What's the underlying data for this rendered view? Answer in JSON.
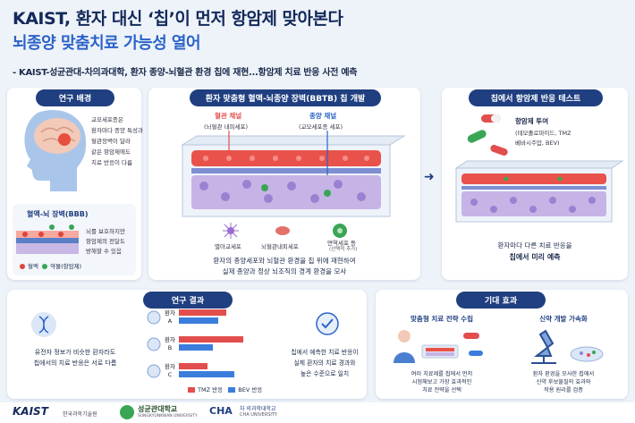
{
  "header": {
    "title_line1": "KAIST, 환자 대신 ‘칩’이 먼저 항암제 맞아본다",
    "title_line2": "뇌종양 맞춤치료 가능성 열어",
    "subtitle": "- KAIST-성균관대-차의과대학,  환자 종양-뇌혈관 환경 칩에 재현...항암제 치료 반응 사전 예측"
  },
  "background": {
    "pill": "연구 배경",
    "text": [
      "교모세포종은",
      "환자마다 종양 특성과",
      "혈관장벽이 달라",
      "같은 항암제에도",
      "치료 반응이 다름"
    ],
    "bbb_title": "혈액-뇌 장벽(BBB)",
    "bbb_text": [
      "뇌를 보호하지만",
      "항암제의 전달도",
      "방해할 수 있음"
    ],
    "legend_blood": "혈액",
    "legend_drug": "약물(항암제)"
  },
  "chip": {
    "pill": "환자 맞춤형 혈액-뇌종양 장벽(BBTB) 칩 개발",
    "vascular_label": "혈관 채널",
    "vascular_sub": "(뇌혈관 내피세포)",
    "tumor_label": "종양 채널",
    "tumor_sub": "(교모세포종 세포)",
    "cell_astro": "별아교세포",
    "cell_pericyte": "뇌혈관내피세포",
    "cell_immune": "면역세포 등",
    "cell_immune_sub": "(선택적 추가)",
    "caption_line1": "환자의 종양세포와 뇌혈관 환경을 칩 위에 재현하여",
    "caption_line2": "실제 종양과 정상 뇌조직의 경계 환경을 모사"
  },
  "test": {
    "pill": "칩에서 항암제 반응 테스트",
    "drug_label": "항암제 투여",
    "drug_sub1": "(테모졸로마이드, TMZ",
    "drug_sub2": "베바시주맙, BEV)",
    "caption_line1": "환자마다 다른 치료 반응을",
    "caption_line2": "칩에서 미리 예측"
  },
  "results": {
    "pill": "연구 결과",
    "left_text1": "유전자 정보가 비슷한 환자라도",
    "left_text2": "칩에서의 치료 반응은 서로 다름",
    "patients": [
      "환자 A",
      "환자 B",
      "환자 C"
    ],
    "legend_tmz": "TMZ 반응",
    "legend_bev": "BEV 반응",
    "right_text1": "칩에서 예측한 치료 반응이",
    "right_text2": "실제 환자의 치료 경과와",
    "right_text3": "높은 수준으로 일치"
  },
  "chart_data": {
    "type": "bar",
    "categories": [
      "환자 A",
      "환자 B",
      "환자 C"
    ],
    "series": [
      {
        "name": "TMZ 반응",
        "values": [
          0.53,
          0.72,
          0.32
        ]
      },
      {
        "name": "BEV 반응",
        "values": [
          0.44,
          0.38,
          0.62
        ]
      }
    ],
    "colors": {
      "TMZ 반응": "#e24d4d",
      "BEV 반응": "#3b7ddd"
    }
  },
  "effects": {
    "pill": "기대 효과",
    "left_title": "맞춤형 치료 전략 수립",
    "left_text": [
      "여러 치료제를 칩에서 먼저",
      "시험해보고 가장 효과적인",
      "치료 전략을 선택"
    ],
    "right_title": "신약 개발 가속화",
    "right_text": [
      "환자 환경을 모사한 칩에서",
      "신약 후보물질의 효과와",
      "작용 원리를 검증"
    ]
  },
  "footer": {
    "kaist": "KAIST",
    "kaist_sub": "한국과학기술원",
    "skku": "성균관대학교",
    "skku_sub": "SUNGKYUNKWAN UNIVERSITY",
    "cha": "CHA",
    "cha_sub1": "차 의과학대학교",
    "cha_sub2": "CHA UNIVERSITY"
  },
  "colors": {
    "navy": "#1f3f80",
    "blue": "#2b63c9",
    "red": "#e24d4d",
    "green": "#3aa655"
  }
}
